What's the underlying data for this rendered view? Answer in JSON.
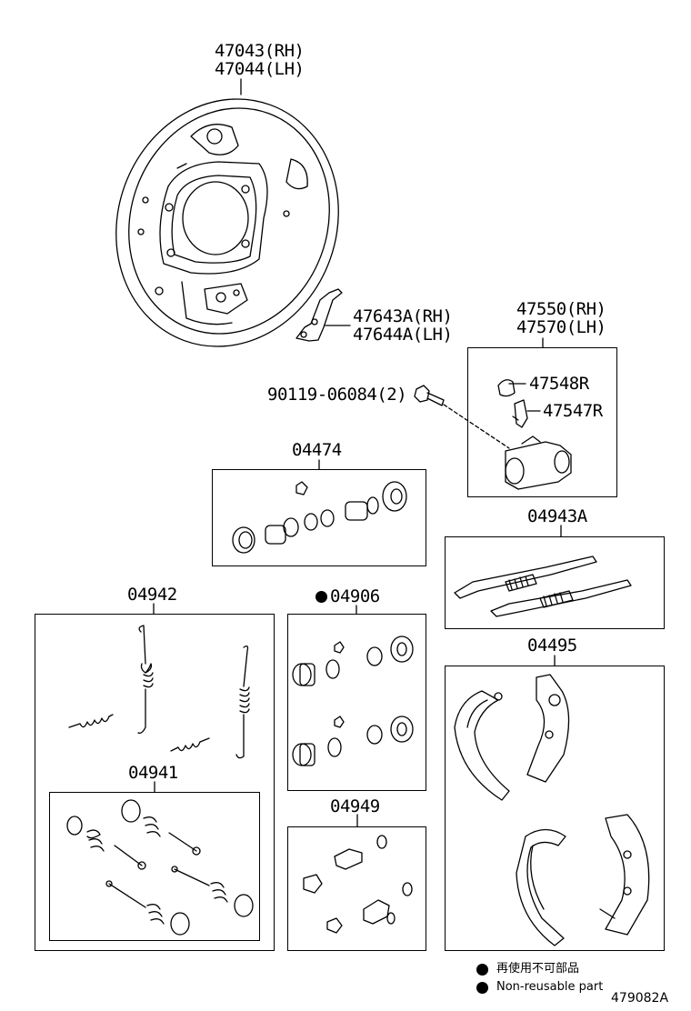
{
  "parts": {
    "backing_plate_rh": "47043(RH)",
    "backing_plate_lh": "47044(LH)",
    "lever_rh": "47643A(RH)",
    "lever_lh": "47644A(LH)",
    "cylinder_rh": "47550(RH)",
    "cylinder_lh": "47570(LH)",
    "bleeder_cap": "47548R",
    "bleeder_plug": "47547R",
    "bolt": "90119-06084(2)",
    "cup_kit": "04474",
    "adjuster_kit": "04943A",
    "spring_kit": "04942",
    "cylinder_kit": "04906",
    "shoe_set": "04495",
    "hold_down_kit": "04941",
    "misc_kit": "04949"
  },
  "legend": {
    "japanese": "再使用不可部品",
    "english": "Non-reusable part"
  },
  "figure_id": "479082A"
}
